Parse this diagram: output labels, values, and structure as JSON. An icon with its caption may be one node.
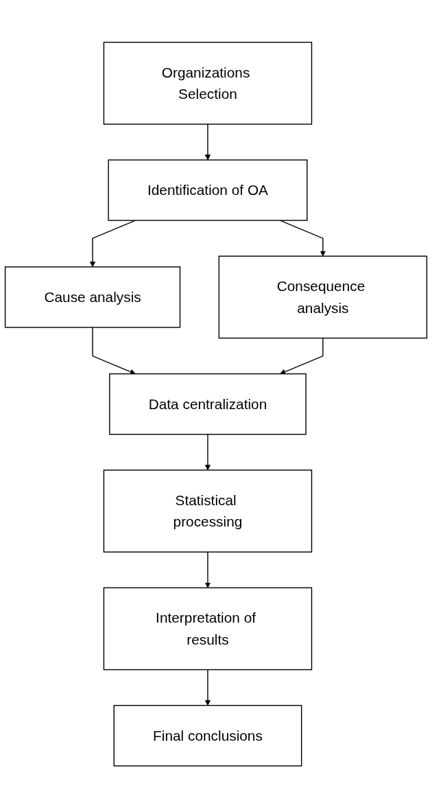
{
  "diagram": {
    "nodes": [
      {
        "text": [
          "Organizations Selection"
        ]
      },
      {
        "text": [
          "Identification of OA"
        ]
      },
      {
        "text": [
          "Cause analysis"
        ]
      },
      {
        "text": [
          "Consequence analysis"
        ]
      },
      {
        "text": [
          "Data centralization"
        ]
      },
      {
        "text": [
          "Statistical processing"
        ]
      },
      {
        "text": [
          "Interpretation of results"
        ]
      },
      {
        "text": [
          "Final conclusions"
        ]
      }
    ],
    "edges": [
      {
        "from": 0,
        "to": 1,
        "arrow": "to"
      },
      {
        "from": 1,
        "to": 2,
        "arrow": "to"
      },
      {
        "from": 1,
        "to": 3,
        "arrow": "to"
      },
      {
        "from": 2,
        "to": 4,
        "arrow": "to"
      },
      {
        "from": 3,
        "to": 4,
        "arrow": "to"
      },
      {
        "from": 4,
        "to": 5,
        "arrow": "to"
      },
      {
        "from": 5,
        "to": 6,
        "arrow": "to"
      },
      {
        "from": 6,
        "to": 7,
        "arrow": "to"
      }
    ]
  }
}
